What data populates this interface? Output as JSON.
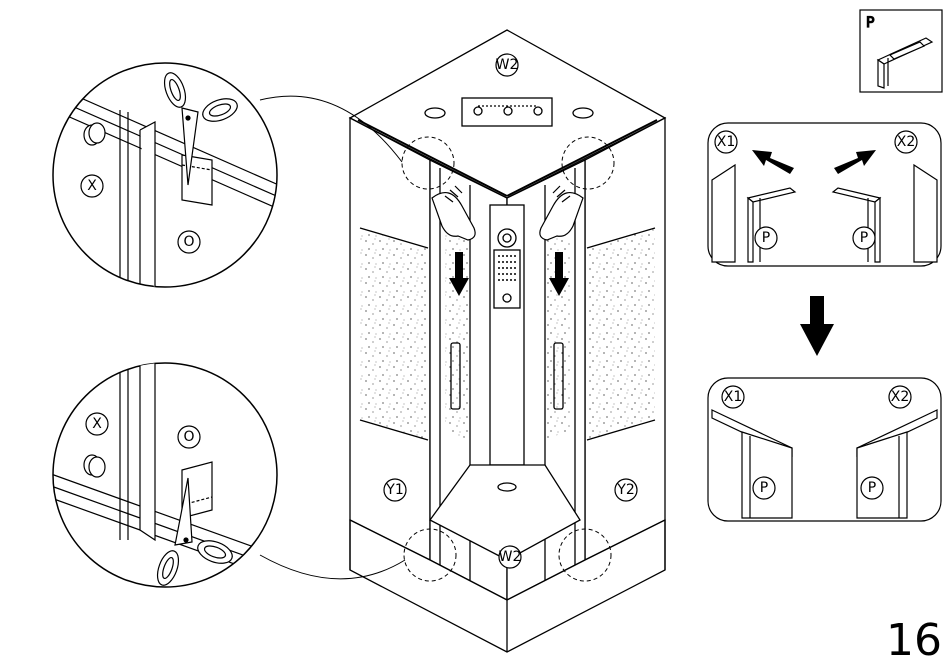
{
  "page_number": "16",
  "labels": {
    "w2_top": "W2",
    "w2_bottom": "W2",
    "y1": "Y1",
    "y2": "Y2",
    "part_box": "P",
    "x1_top": "X1",
    "x2_top": "X2",
    "p_left_top": "P",
    "p_right_top": "P",
    "x1_bottom": "X1",
    "x2_bottom": "X2",
    "p_left_bottom": "P",
    "p_right_bottom": "P",
    "detail_top_x": "X",
    "detail_top_o": "O",
    "detail_bottom_x": "X",
    "detail_bottom_o": "O"
  },
  "icons": [
    "scissors-icon",
    "hand-icon",
    "down-arrow-icon",
    "diagonal-arrow-icon"
  ]
}
